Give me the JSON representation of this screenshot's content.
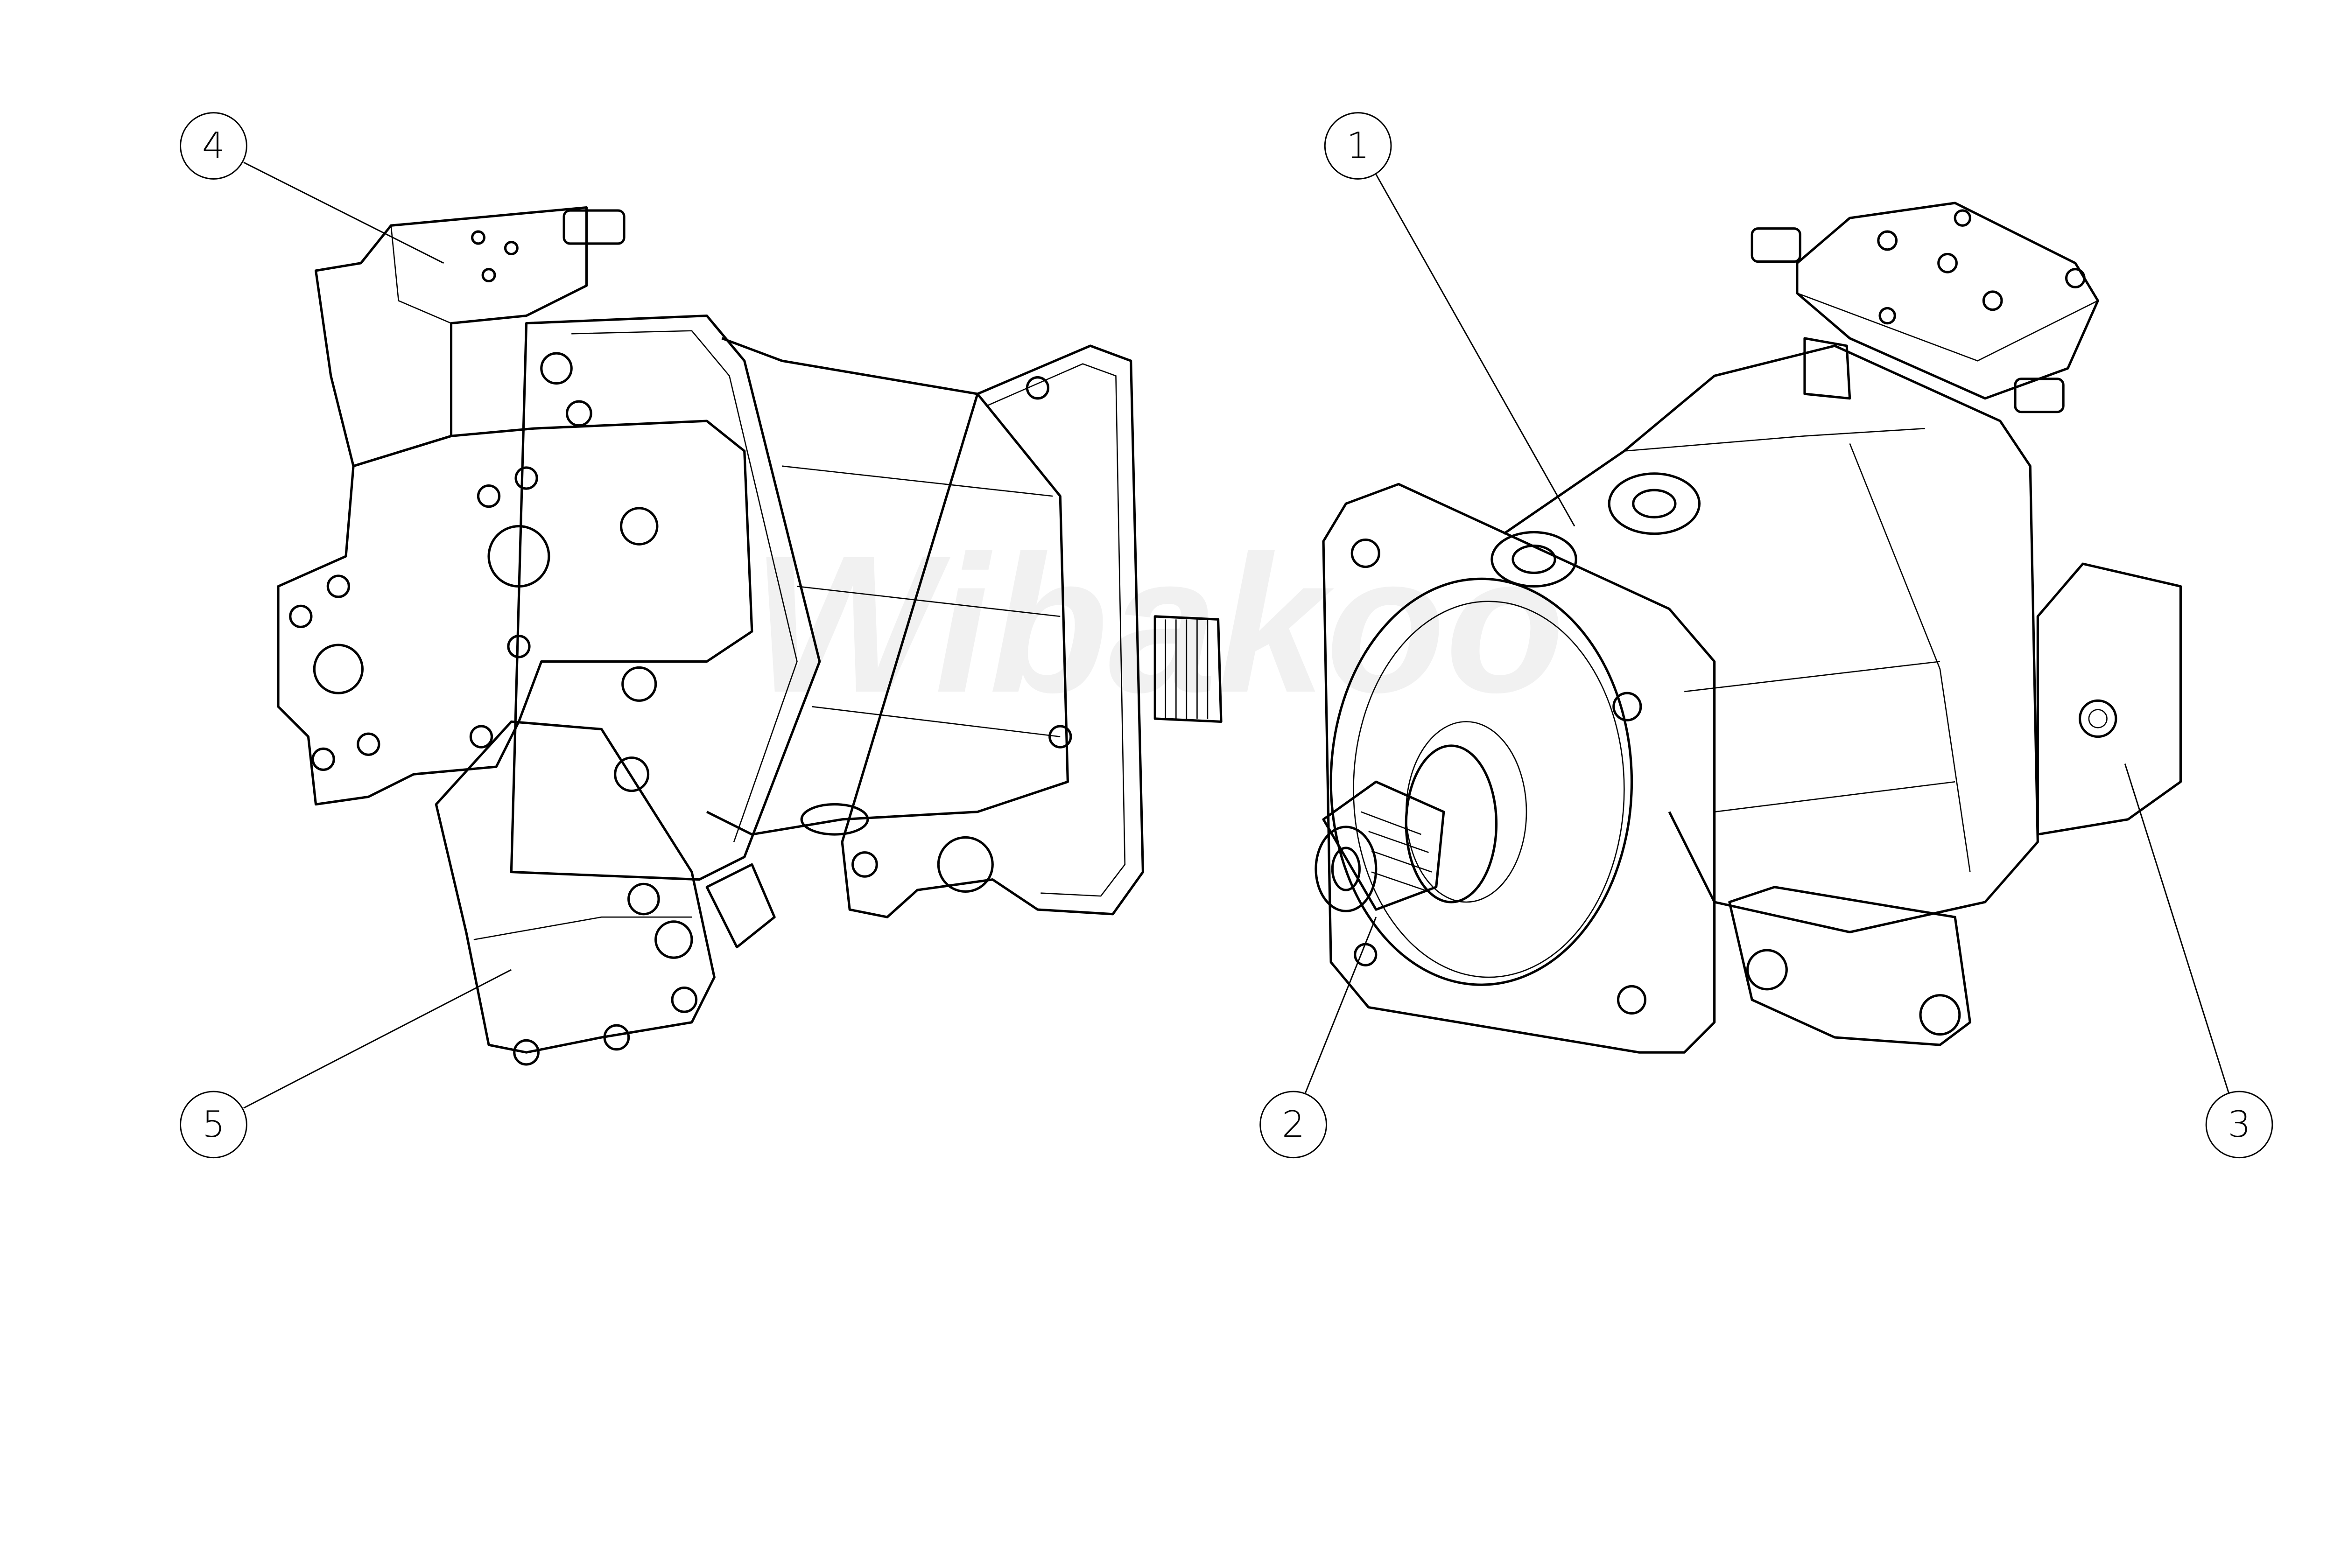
{
  "watermark": "Wibakoo",
  "callouts": [
    {
      "id": "4",
      "label": "4"
    },
    {
      "id": "1",
      "label": "1"
    },
    {
      "id": "5",
      "label": "5"
    },
    {
      "id": "2",
      "label": "2"
    },
    {
      "id": "3",
      "label": "3"
    }
  ]
}
